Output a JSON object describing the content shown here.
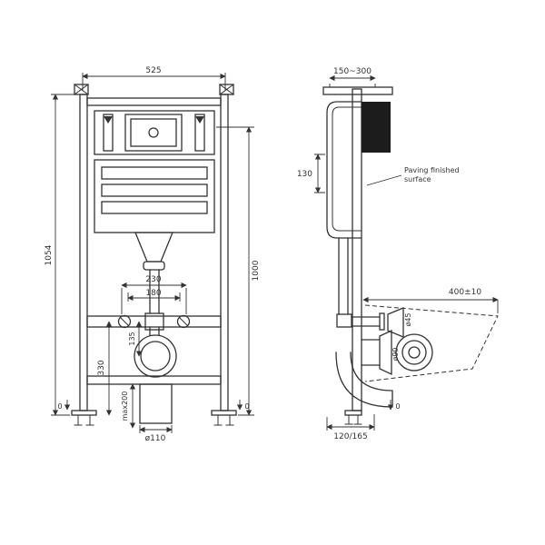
{
  "colors": {
    "ink": "#333333",
    "block_fill": "#1c1c1c",
    "background": "#ffffff"
  },
  "front_view": {
    "dim_width_top": "525",
    "dim_height_left": "1054",
    "dim_height_right": "1000",
    "dim_fixing_outer": "230",
    "dim_fixing_inner": "180",
    "dim_outlet_drop": "135",
    "dim_rail_height": "330",
    "dim_adjust": "max200",
    "dim_outlet_dia": "ø110",
    "datum_left": "0",
    "datum_right": "0"
  },
  "side_view": {
    "dim_depth_top": "150~300",
    "dim_plate_height": "130",
    "note_line1": "Paving finished",
    "note_line2": "surface",
    "dim_bowl_depth": "400±10",
    "dim_flush_dia": "ø45",
    "dim_waste_dia": "ø90",
    "dim_foot_depth": "120/165",
    "datum": "0"
  }
}
